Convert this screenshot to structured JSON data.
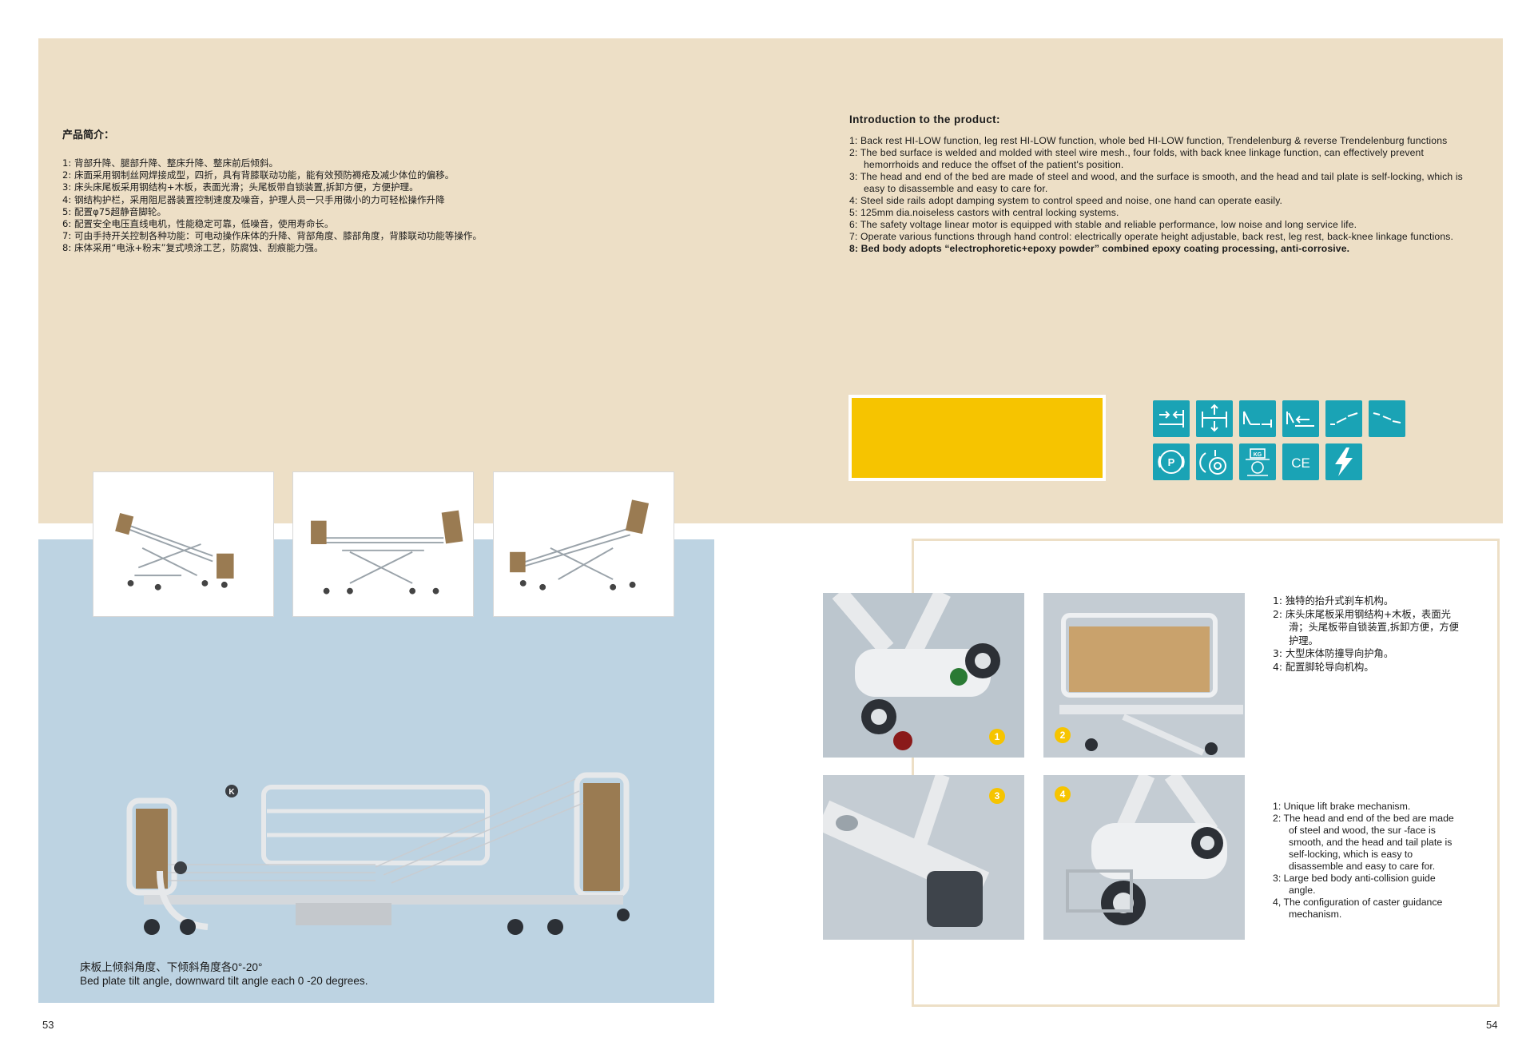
{
  "intro_cn": {
    "title": "产品简介：",
    "items": [
      "1:  背部升降、腿部升降、整床升降、整床前后倾斜。",
      "2:  床面采用钢制丝网焊接成型，四折，具有背膝联动功能，能有效预防褥疮及减少体位的偏移。",
      "3:  床头床尾板采用钢结构+木板，表面光滑；头尾板带自锁装置,拆卸方便，方便护理。",
      "4:  钢结构护栏，采用阻尼器装置控制速度及噪音，护理人员一只手用微小的力可轻松操作升降",
      "5:  配置φ75超静音脚轮。",
      "6:  配置安全电压直线电机，性能稳定可靠，低噪音，使用寿命长。",
      "7:  可由手持开关控制各种功能：可电动操作床体的升降、背部角度、膝部角度，背膝联动功能等操作。",
      "8:  床体采用“电泳+粉末”复式喷涂工艺，防腐蚀、刮痕能力强。"
    ]
  },
  "intro_en": {
    "title": "Introduction to the product:",
    "items": [
      "1: Back rest HI-LOW function, leg rest HI-LOW function, whole bed HI-LOW function, Trendelenburg & reverse Trendelenburg functions",
      "2: The bed surface is welded and molded with steel wire mesh., four folds, with back knee linkage function, can effectively prevent hemorrhoids and reduce the offset of the patient's position.",
      "3: The head and end of the bed are made of steel and wood, and the surface is smooth, and the head and tail plate is self-locking, which is easy to disassemble and easy to care for.",
      "4:  Steel side rails adopt damping system to control speed and noise, one hand can operate easily.",
      "5:  125mm dia.noiseless castors with central locking systems.",
      "6:  The safety voltage linear motor is equipped with stable and reliable performance, low noise and long service life.",
      "7:  Operate  various functions through hand control: electrically operate height adjustable, back rest, leg rest, back-knee linkage functions.",
      "8:  Bed body adopts “electrophoretic+epoxy powder” combined epoxy coating processing, anti-corrosive."
    ]
  },
  "icons": [
    "side-rail-icon",
    "height-adjust-icon",
    "trendelenburg-icon",
    "back-rest-icon",
    "knee-rest-icon",
    "leg-rest-icon",
    "central-brake-icon",
    "castor-icon",
    "load-capacity-icon",
    "ce-mark-icon",
    "electric-icon"
  ],
  "icon_texts": {
    "ce": "CE",
    "kg": "KG",
    "p": "P"
  },
  "caption": {
    "cn": "床板上倾斜角度、下倾斜角度各0°-20°",
    "en": "Bed plate tilt angle, downward tilt angle each 0 -20 degrees."
  },
  "detail_cn": [
    "1:  独特的抬升式刹车机构。",
    "2:  床头床尾板采用钢结构+木板，表面光滑；头尾板带自锁装置,拆卸方便，方便护理。",
    "3:  大型床体防撞导向护角。",
    "4:  配置脚轮导向机构。"
  ],
  "detail_en": [
    "1:   Unique lift brake mechanism.",
    "2:  The head and end of the bed are made of steel and wood, the sur -face is smooth, and the head and tail plate is self-locking, which is easy to disassemble and easy to care for.",
    "3:  Large bed body anti-collision guide angle.",
    "4, The configuration of caster guidance mechanism."
  ],
  "badges": [
    "1",
    "2",
    "3",
    "4"
  ],
  "bed_marker": "K",
  "pages": {
    "left": "53",
    "right": "54"
  },
  "colors": {
    "beige": "#eddfc6",
    "blue": "#bdd3e2",
    "teal": "#1aa3b5",
    "yellow": "#f6c400"
  }
}
